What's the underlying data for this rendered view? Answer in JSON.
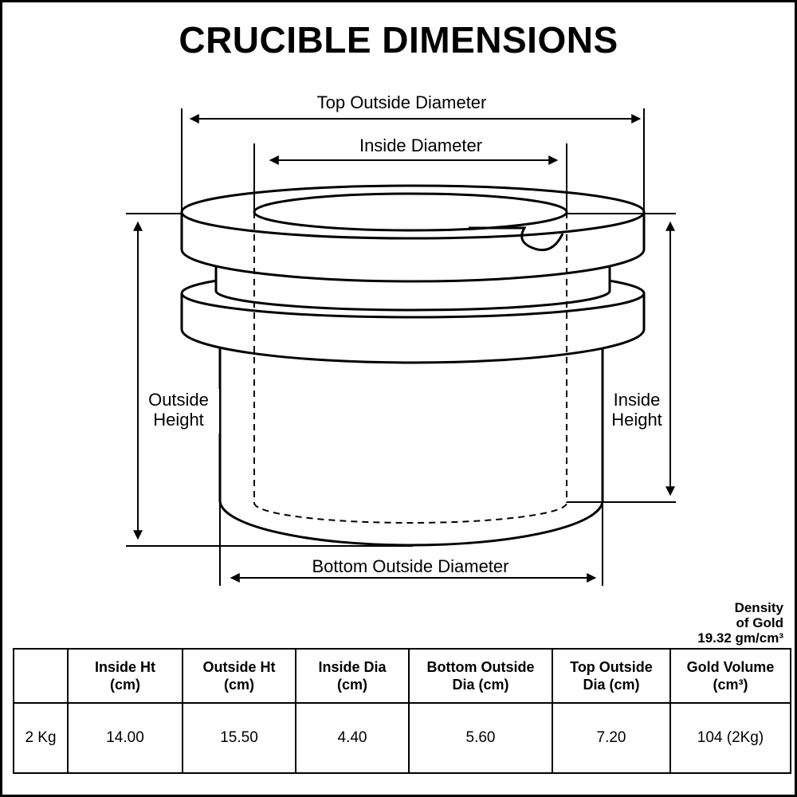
{
  "title": "CRUCIBLE DIMENSIONS",
  "labels": {
    "top_outside_diameter": "Top Outside Diameter",
    "inside_diameter": "Inside Diameter",
    "outside_height_line1": "Outside",
    "outside_height_line2": "Height",
    "inside_height_line1": "Inside",
    "inside_height_line2": "Height",
    "bottom_outside_diameter": "Bottom Outside Diameter"
  },
  "density_note": {
    "line1": "Density",
    "line2": "of Gold",
    "line3": "19.32 gm/cm³"
  },
  "table": {
    "headers": [
      {
        "line1": "",
        "line2": ""
      },
      {
        "line1": "Inside Ht",
        "line2": "(cm)"
      },
      {
        "line1": "Outside Ht",
        "line2": "(cm)"
      },
      {
        "line1": "Inside Dia",
        "line2": "(cm)"
      },
      {
        "line1": "Bottom Outside",
        "line2": "Dia (cm)"
      },
      {
        "line1": "Top Outside",
        "line2": "Dia (cm)"
      },
      {
        "line1": "Gold Volume",
        "line2": "(cm³)"
      }
    ],
    "rows": [
      [
        "2 Kg",
        "14.00",
        "15.50",
        "4.40",
        "5.60",
        "7.20",
        "104 (2Kg)"
      ]
    ]
  }
}
